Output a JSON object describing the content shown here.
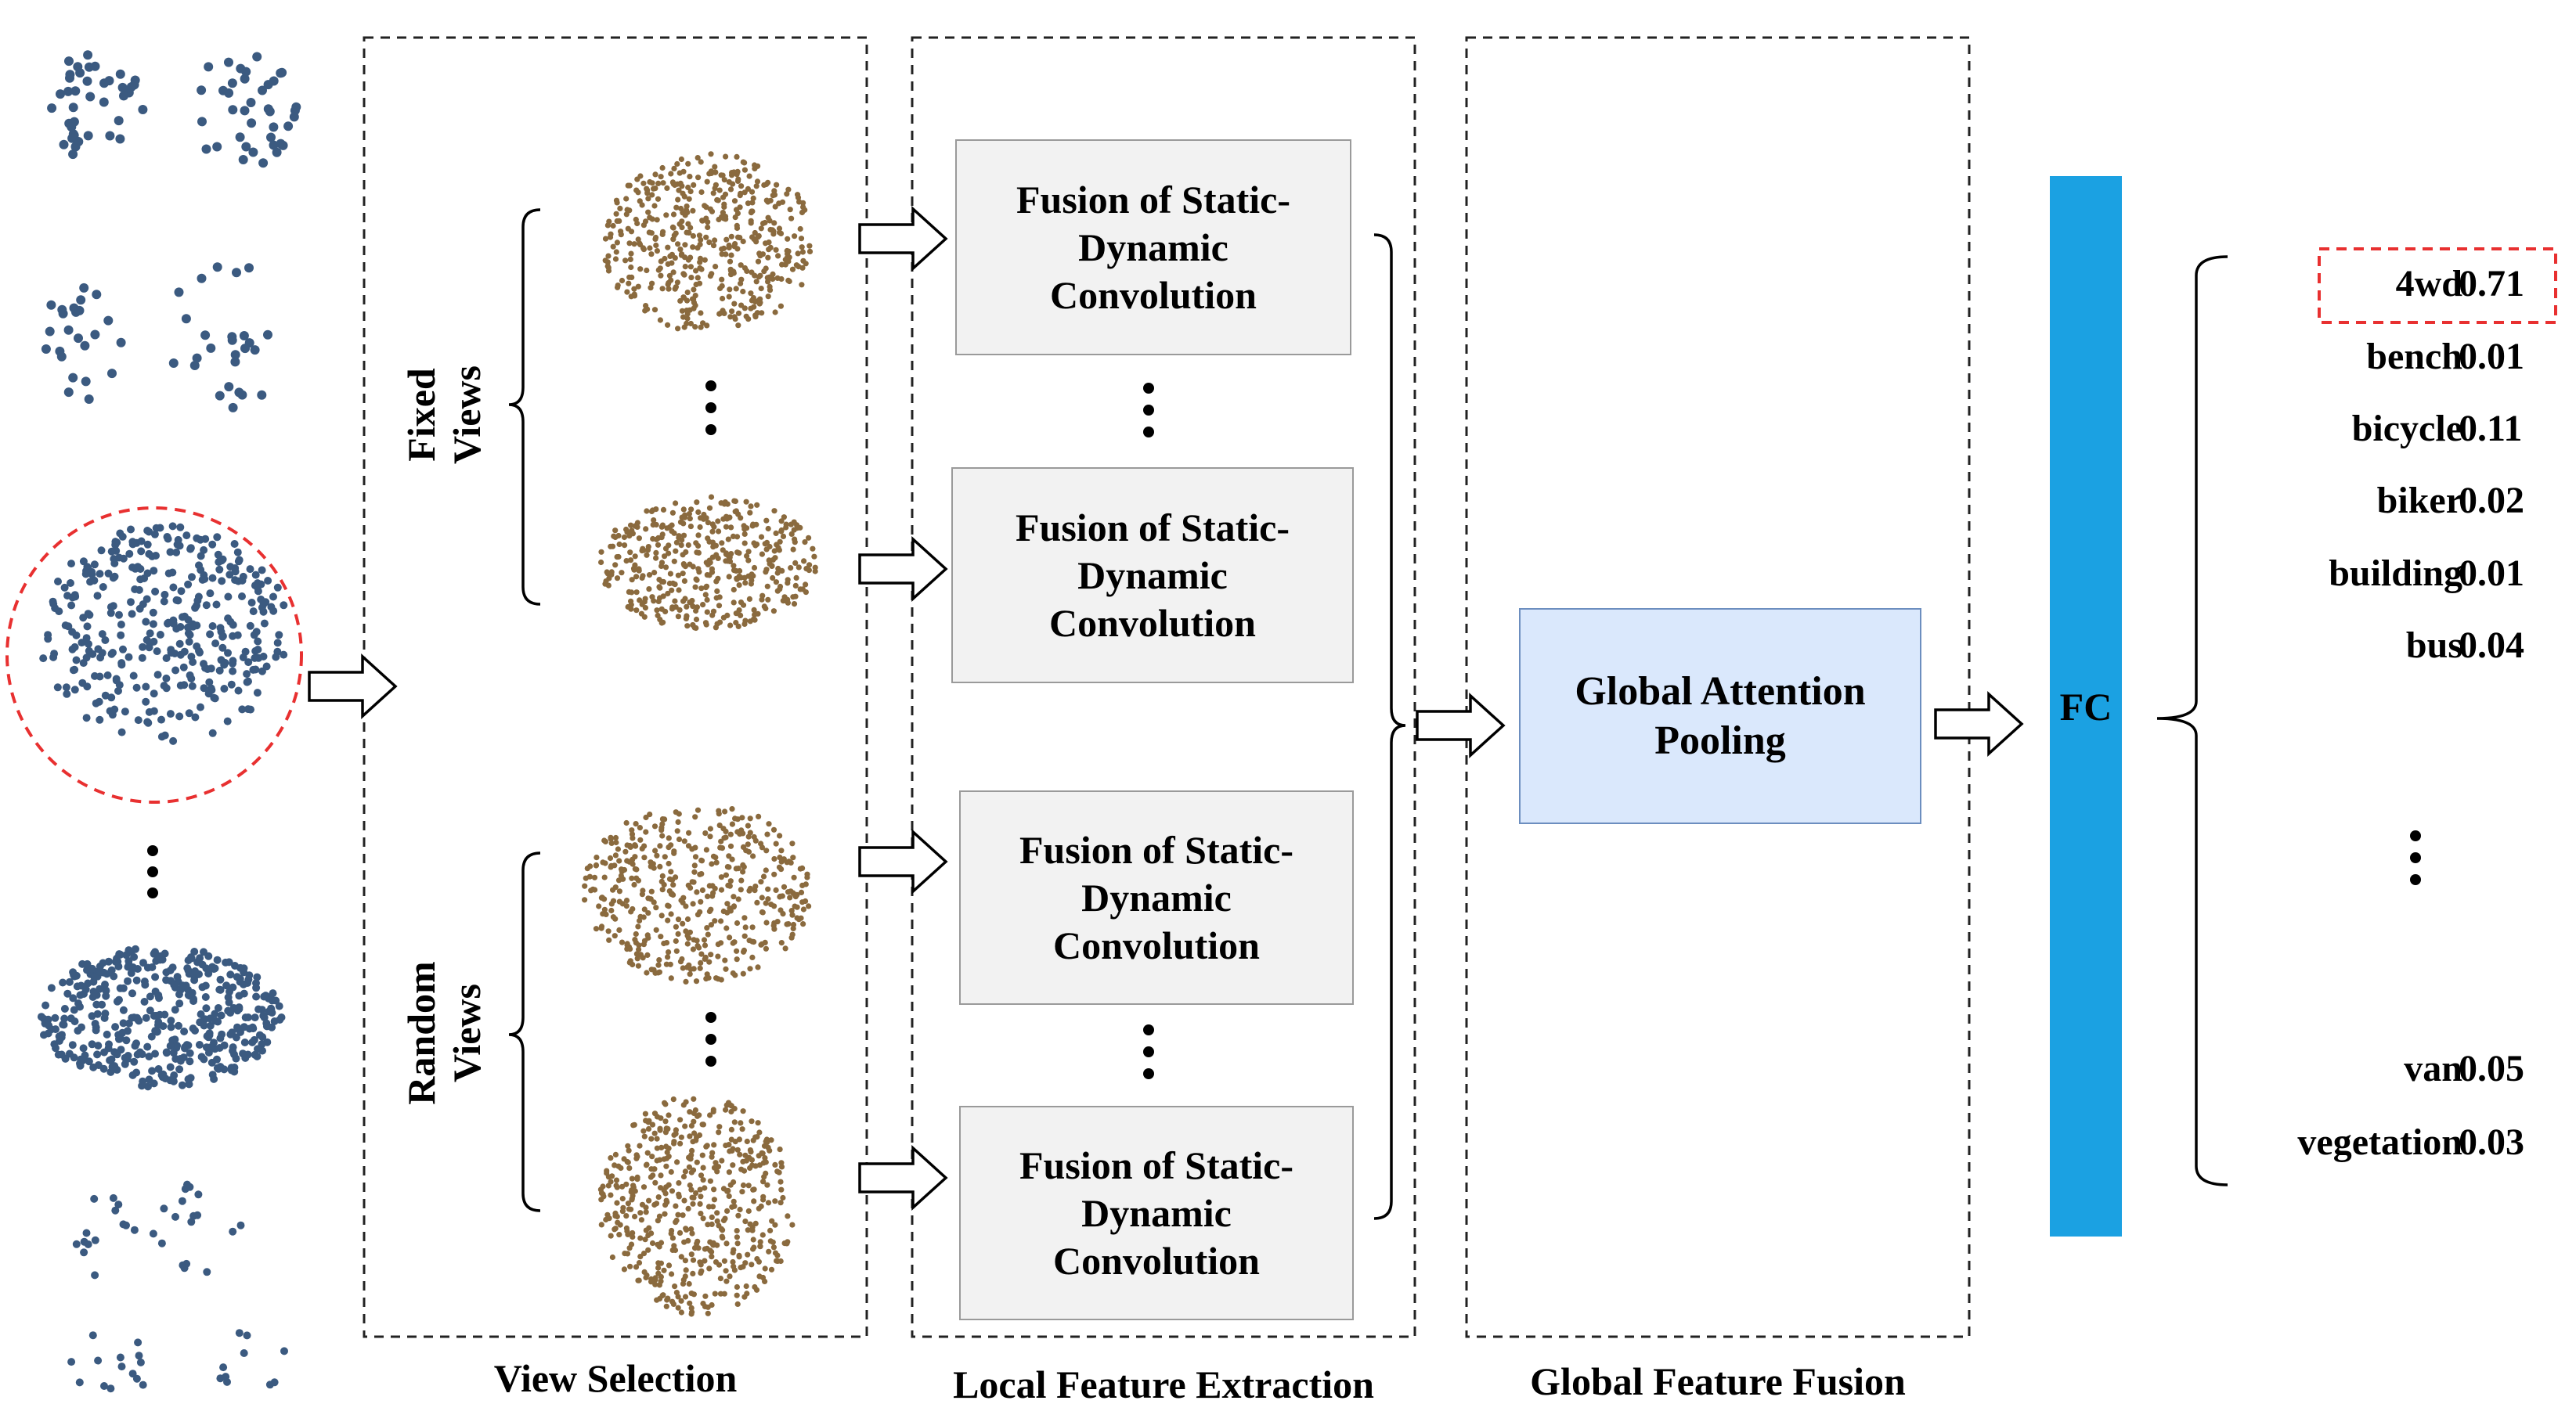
{
  "colors": {
    "input_points": "#3b5a80",
    "view_points": "#8a6a3e",
    "highlight": "#e83030",
    "fc_bar": "#1ba1e2",
    "pool_fill": "#dae8fc",
    "conv_fill": "#f2f2f2"
  },
  "sections": {
    "view_selection": "View Selection",
    "local_feature": "Local Feature Extraction",
    "global_feature": "Global Feature Fusion"
  },
  "view_groups": {
    "fixed": [
      "Fixed",
      "Views"
    ],
    "random": [
      "Random",
      "Views"
    ]
  },
  "conv_block": [
    "Fusion of Static-",
    "Dynamic",
    "Convolution"
  ],
  "pooling": [
    "Global Attention",
    "Pooling"
  ],
  "fc_label": "FC",
  "classes": [
    {
      "name": "4wd",
      "score": "0.71",
      "highlight": true
    },
    {
      "name": "bench",
      "score": "0.01"
    },
    {
      "name": "bicycle",
      "score": "0.11"
    },
    {
      "name": "biker",
      "score": "0.02"
    },
    {
      "name": "building",
      "score": "0.01"
    },
    {
      "name": "bus",
      "score": "0.04"
    },
    {
      "name": "van",
      "score": "0.05"
    },
    {
      "name": "vegetation",
      "score": "0.03"
    }
  ]
}
